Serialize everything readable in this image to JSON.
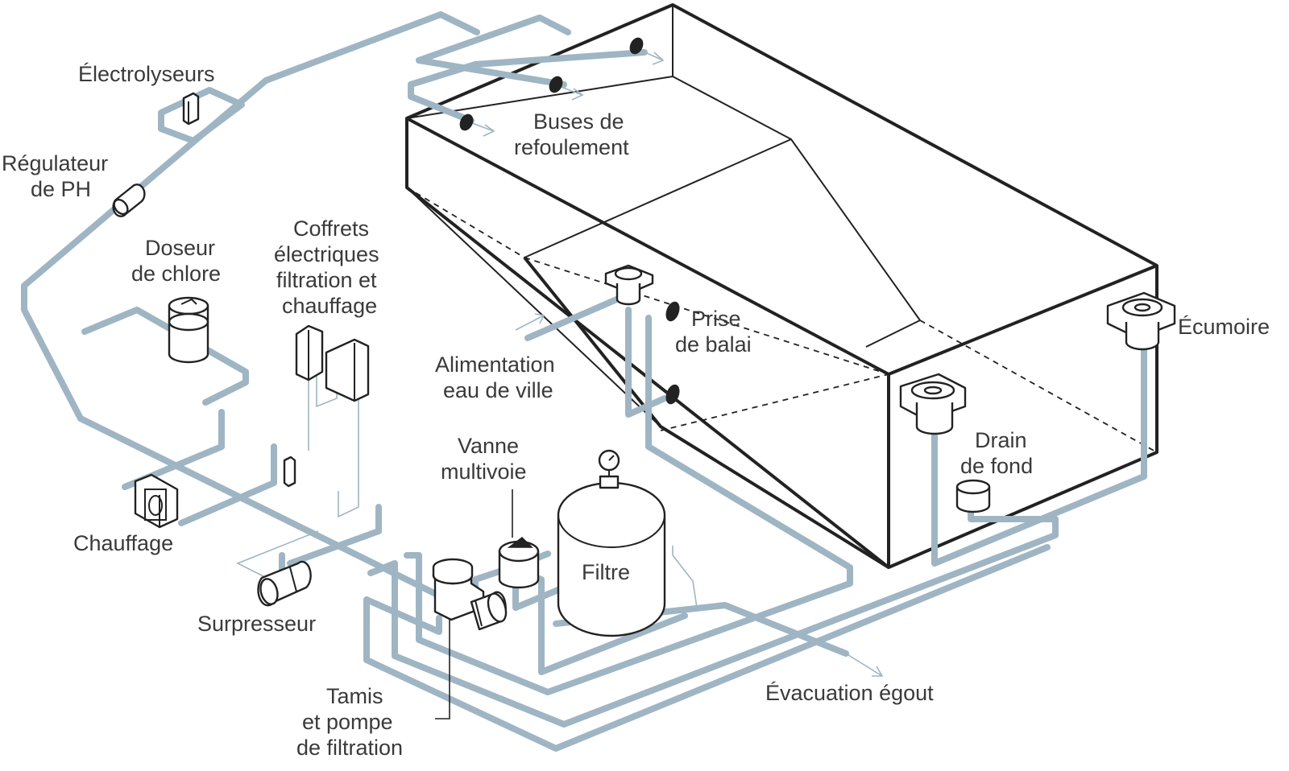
{
  "labels": {
    "electrolyseurs": "Électrolyseurs",
    "regulateur_1": "Régulateur",
    "regulateur_2": "de PH",
    "doseur_1": "Doseur",
    "doseur_2": "de chlore",
    "coffrets_1": "Coffrets",
    "coffrets_2": "électriques",
    "coffrets_3": "filtration et",
    "coffrets_4": "chauffage",
    "buses_1": "Buses de",
    "buses_2": "refoulement",
    "prise_1": "Prise",
    "prise_2": "de balai",
    "alimentation_1": "Alimentation",
    "alimentation_2": "eau de ville",
    "ecumoire": "Écumoire",
    "drain_1": "Drain",
    "drain_2": "de fond",
    "vanne_1": "Vanne",
    "vanne_2": "multivoie",
    "filtre": "Filtre",
    "chauffage": "Chauffage",
    "surpresseur": "Surpresseur",
    "tamis_1": "Tamis",
    "tamis_2": "et pompe",
    "tamis_3": "de filtration",
    "evacuation": "Évacuation égout"
  },
  "colors": {
    "pipe": "#9fb5c3",
    "outline": "#222222",
    "text": "#3a3a3a"
  }
}
